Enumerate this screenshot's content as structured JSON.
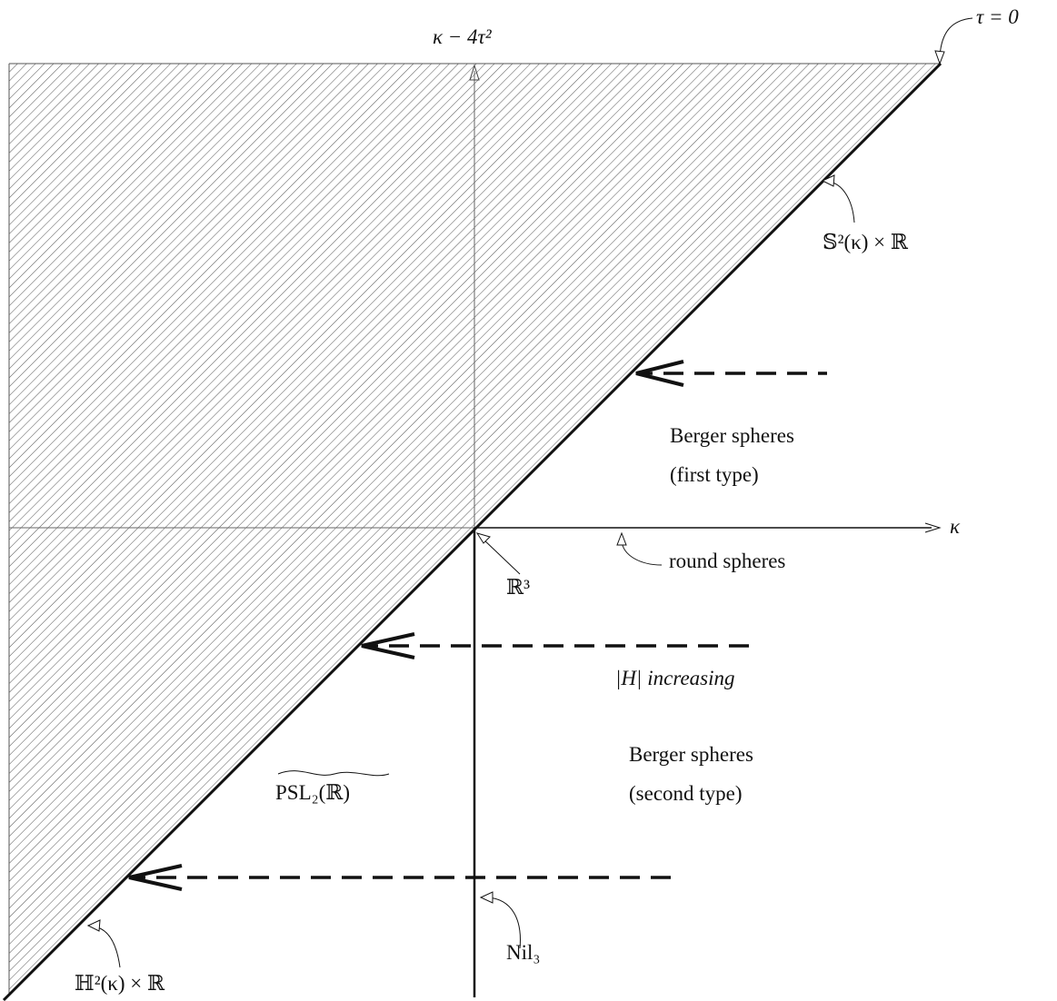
{
  "axes": {
    "vertical_label": "κ − 4τ²",
    "horizontal_label": "κ"
  },
  "labels": {
    "tau_zero": "τ = 0",
    "s2_product": "𝕊²(κ) × ℝ",
    "berger_first_line1": "Berger spheres",
    "berger_first_line2": "(first type)",
    "round_spheres": "round spheres",
    "r3": "ℝ³",
    "h_increasing_abs": "|H|",
    "h_increasing_word": "increasing",
    "berger_second_line1": "Berger spheres",
    "berger_second_line2": "(second type)",
    "psl": "PSL₂(ℝ)",
    "nil": "Nil₃",
    "h2_product": "ℍ²(κ) × ℝ"
  },
  "colors": {
    "ink": "#111111",
    "hatch": "#444444",
    "background": "#ffffff"
  }
}
